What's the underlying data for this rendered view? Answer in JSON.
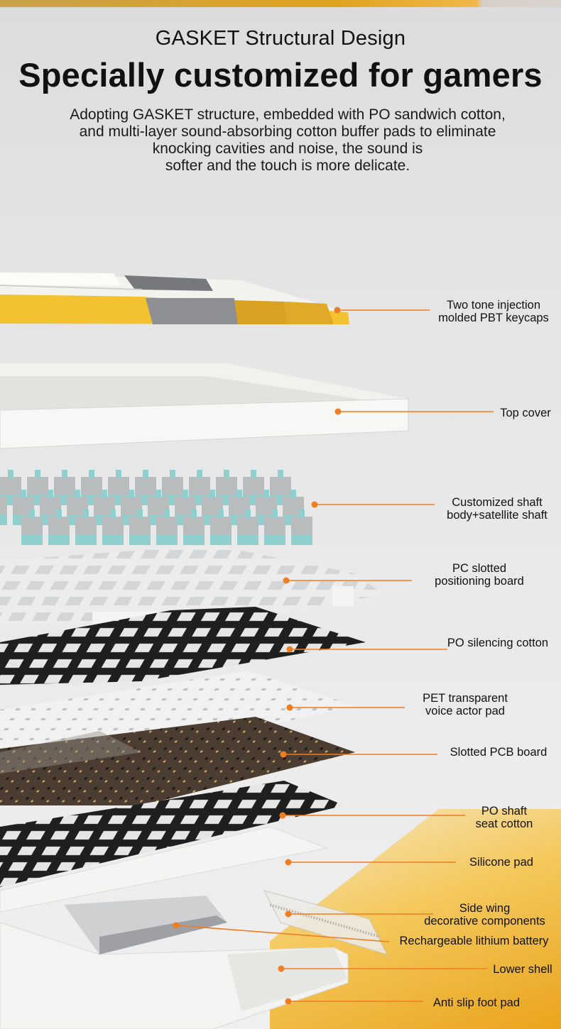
{
  "header": {
    "subtitle": "GASKET Structural Design",
    "title": "Specially customized for gamers",
    "description_lines": [
      "Adopting GASKET structure, embedded with PO sandwich cotton,",
      "and multi-layer sound-absorbing cotton buffer pads to eliminate",
      "knocking cavities and noise, the sound is",
      "softer and the touch is more delicate."
    ]
  },
  "colors": {
    "callout": "#ef7d22",
    "keycap_yellow": "#f2c231",
    "keycap_gray": "#8d8f93",
    "switch_teal": "#8fd0cf",
    "cotton_black": "#1d1d1e",
    "pcb_brown": "#4a3c31"
  },
  "layers": [
    {
      "label_lines": [
        "Two tone injection",
        "molded PBT keycaps"
      ]
    },
    {
      "label_lines": [
        "Top cover"
      ]
    },
    {
      "label_lines": [
        "Customized shaft",
        "body+satellite shaft"
      ]
    },
    {
      "label_lines": [
        "PC slotted",
        "positioning board"
      ]
    },
    {
      "label_lines": [
        "PO silencing cotton"
      ]
    },
    {
      "label_lines": [
        "PET transparent",
        "voice actor pad"
      ]
    },
    {
      "label_lines": [
        "Slotted PCB board"
      ]
    },
    {
      "label_lines": [
        "PO shaft",
        "seat cotton"
      ]
    },
    {
      "label_lines": [
        "Silicone pad"
      ]
    },
    {
      "label_lines": [
        "Side wing",
        "decorative components"
      ]
    },
    {
      "label_lines": [
        "Rechargeable lithium battery"
      ]
    },
    {
      "label_lines": [
        "Lower shell"
      ]
    },
    {
      "label_lines": [
        "Anti slip foot pad"
      ]
    }
  ]
}
